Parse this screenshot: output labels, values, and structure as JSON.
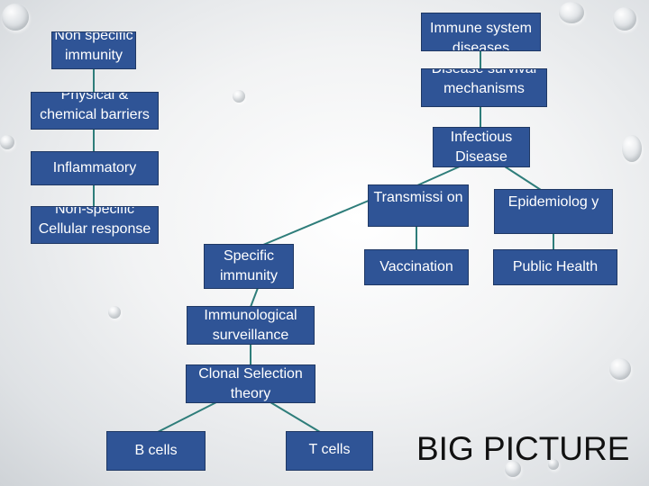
{
  "title": "BIG PICTURE",
  "colors": {
    "box_fill": "#2f5496",
    "box_text": "#ffffff",
    "connector": "#2e7d7a"
  },
  "nodes": {
    "non_specific_immunity": "Non specific immunity",
    "physical_chemical_barriers": "Physical & chemical barriers",
    "inflammatory": "Inflammatory",
    "non_specific_cellular_response": "Non-specific Cellular response",
    "immune_system_diseases": "Immune system diseases",
    "disease_survival_mechanisms": "Disease survival mechanisms",
    "infectious_disease": "Infectious Disease",
    "transmission": "Transmissi on",
    "epidemiology": "Epidemiolog y",
    "vaccination": "Vaccination",
    "public_health": "Public Health",
    "specific_immunity": "Specific immunity",
    "immunological_surveillance": "Immunological surveillance",
    "clonal_selection_theory": "Clonal Selection theory",
    "b_cells": "B cells",
    "t_cells": "T cells"
  }
}
